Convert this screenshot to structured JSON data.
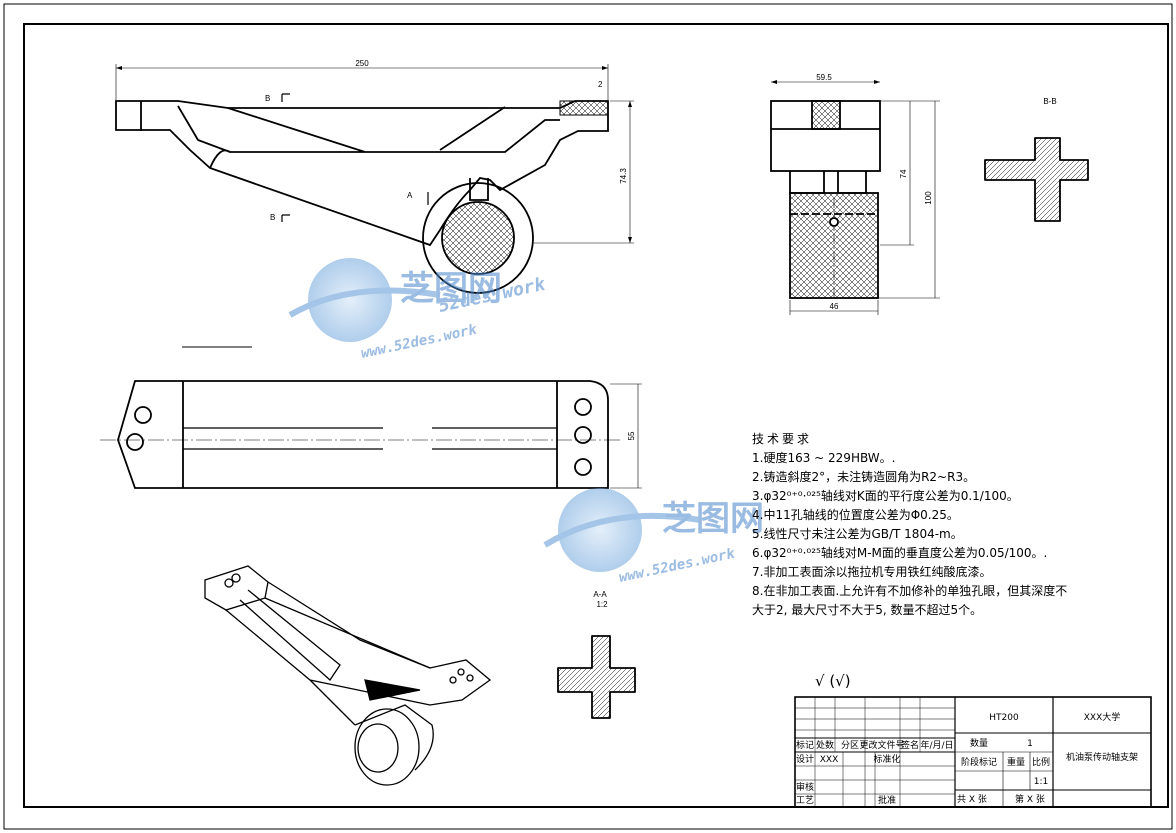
{
  "dimensions": {
    "overall_length": "250",
    "height_743": "74.3",
    "marker_2": "2",
    "width_595": "59.5",
    "height_74": "74",
    "height_100": "100",
    "bottom_46": "46",
    "width_55": "55"
  },
  "section_labels": {
    "b_top": "B",
    "b_bottom": "B",
    "a_arrow": "A",
    "bb_title": "B-B",
    "aa_title": "A-A",
    "aa_scale": "1:2"
  },
  "tech_requirements": {
    "title": "技术要求",
    "items": [
      "1.硬度163 ~ 229HBW。.",
      "2.铸造斜度2°，未注铸造圆角为R2~R3。",
      "3.φ32⁰⁺⁰·⁰²⁵轴线对K面的平行度公差为0.1/100。",
      "4.中11孔轴线的位置度公差为Φ0.25。",
      "5.线性尺寸未注公差为GB/T 1804-m。",
      "6.φ32⁰⁺⁰·⁰²⁵轴线对M-M面的垂直度公差为0.05/100。.",
      "7.非加工表面涂以拖拉机专用铁红纯酸底漆。",
      "8.在非加工表面.上允许有不加修补的单独孔眼，但其深度不",
      "大于2, 最大尺寸不大于5, 数量不超过5个。"
    ]
  },
  "surface_symbol": "√ (√)",
  "title_block": {
    "material": "HT200",
    "school": "XXX大学",
    "quantity_label": "数量",
    "quantity_value": "1",
    "stage_label": "阶段标记",
    "weight_label": "重量",
    "scale_label": "比例",
    "scale_value": "1:1",
    "part_name": "机油泵传动轴支架",
    "sheet_total": "共 X 张",
    "sheet_no": "第 X 张",
    "col_mark": "标记",
    "col_count": "处数",
    "col_zone": "分区",
    "col_doc": "更改文件号",
    "col_sign": "签名",
    "col_date": "年/月/日",
    "design_label": "设计",
    "design_value": "XXX",
    "standard_label": "标准化",
    "review_label": "审核",
    "process_label": "工艺",
    "approve_label": "批准"
  },
  "watermark": {
    "brand": "芝图网",
    "url_a": "52des.work",
    "url_b": "www.52des.work"
  }
}
